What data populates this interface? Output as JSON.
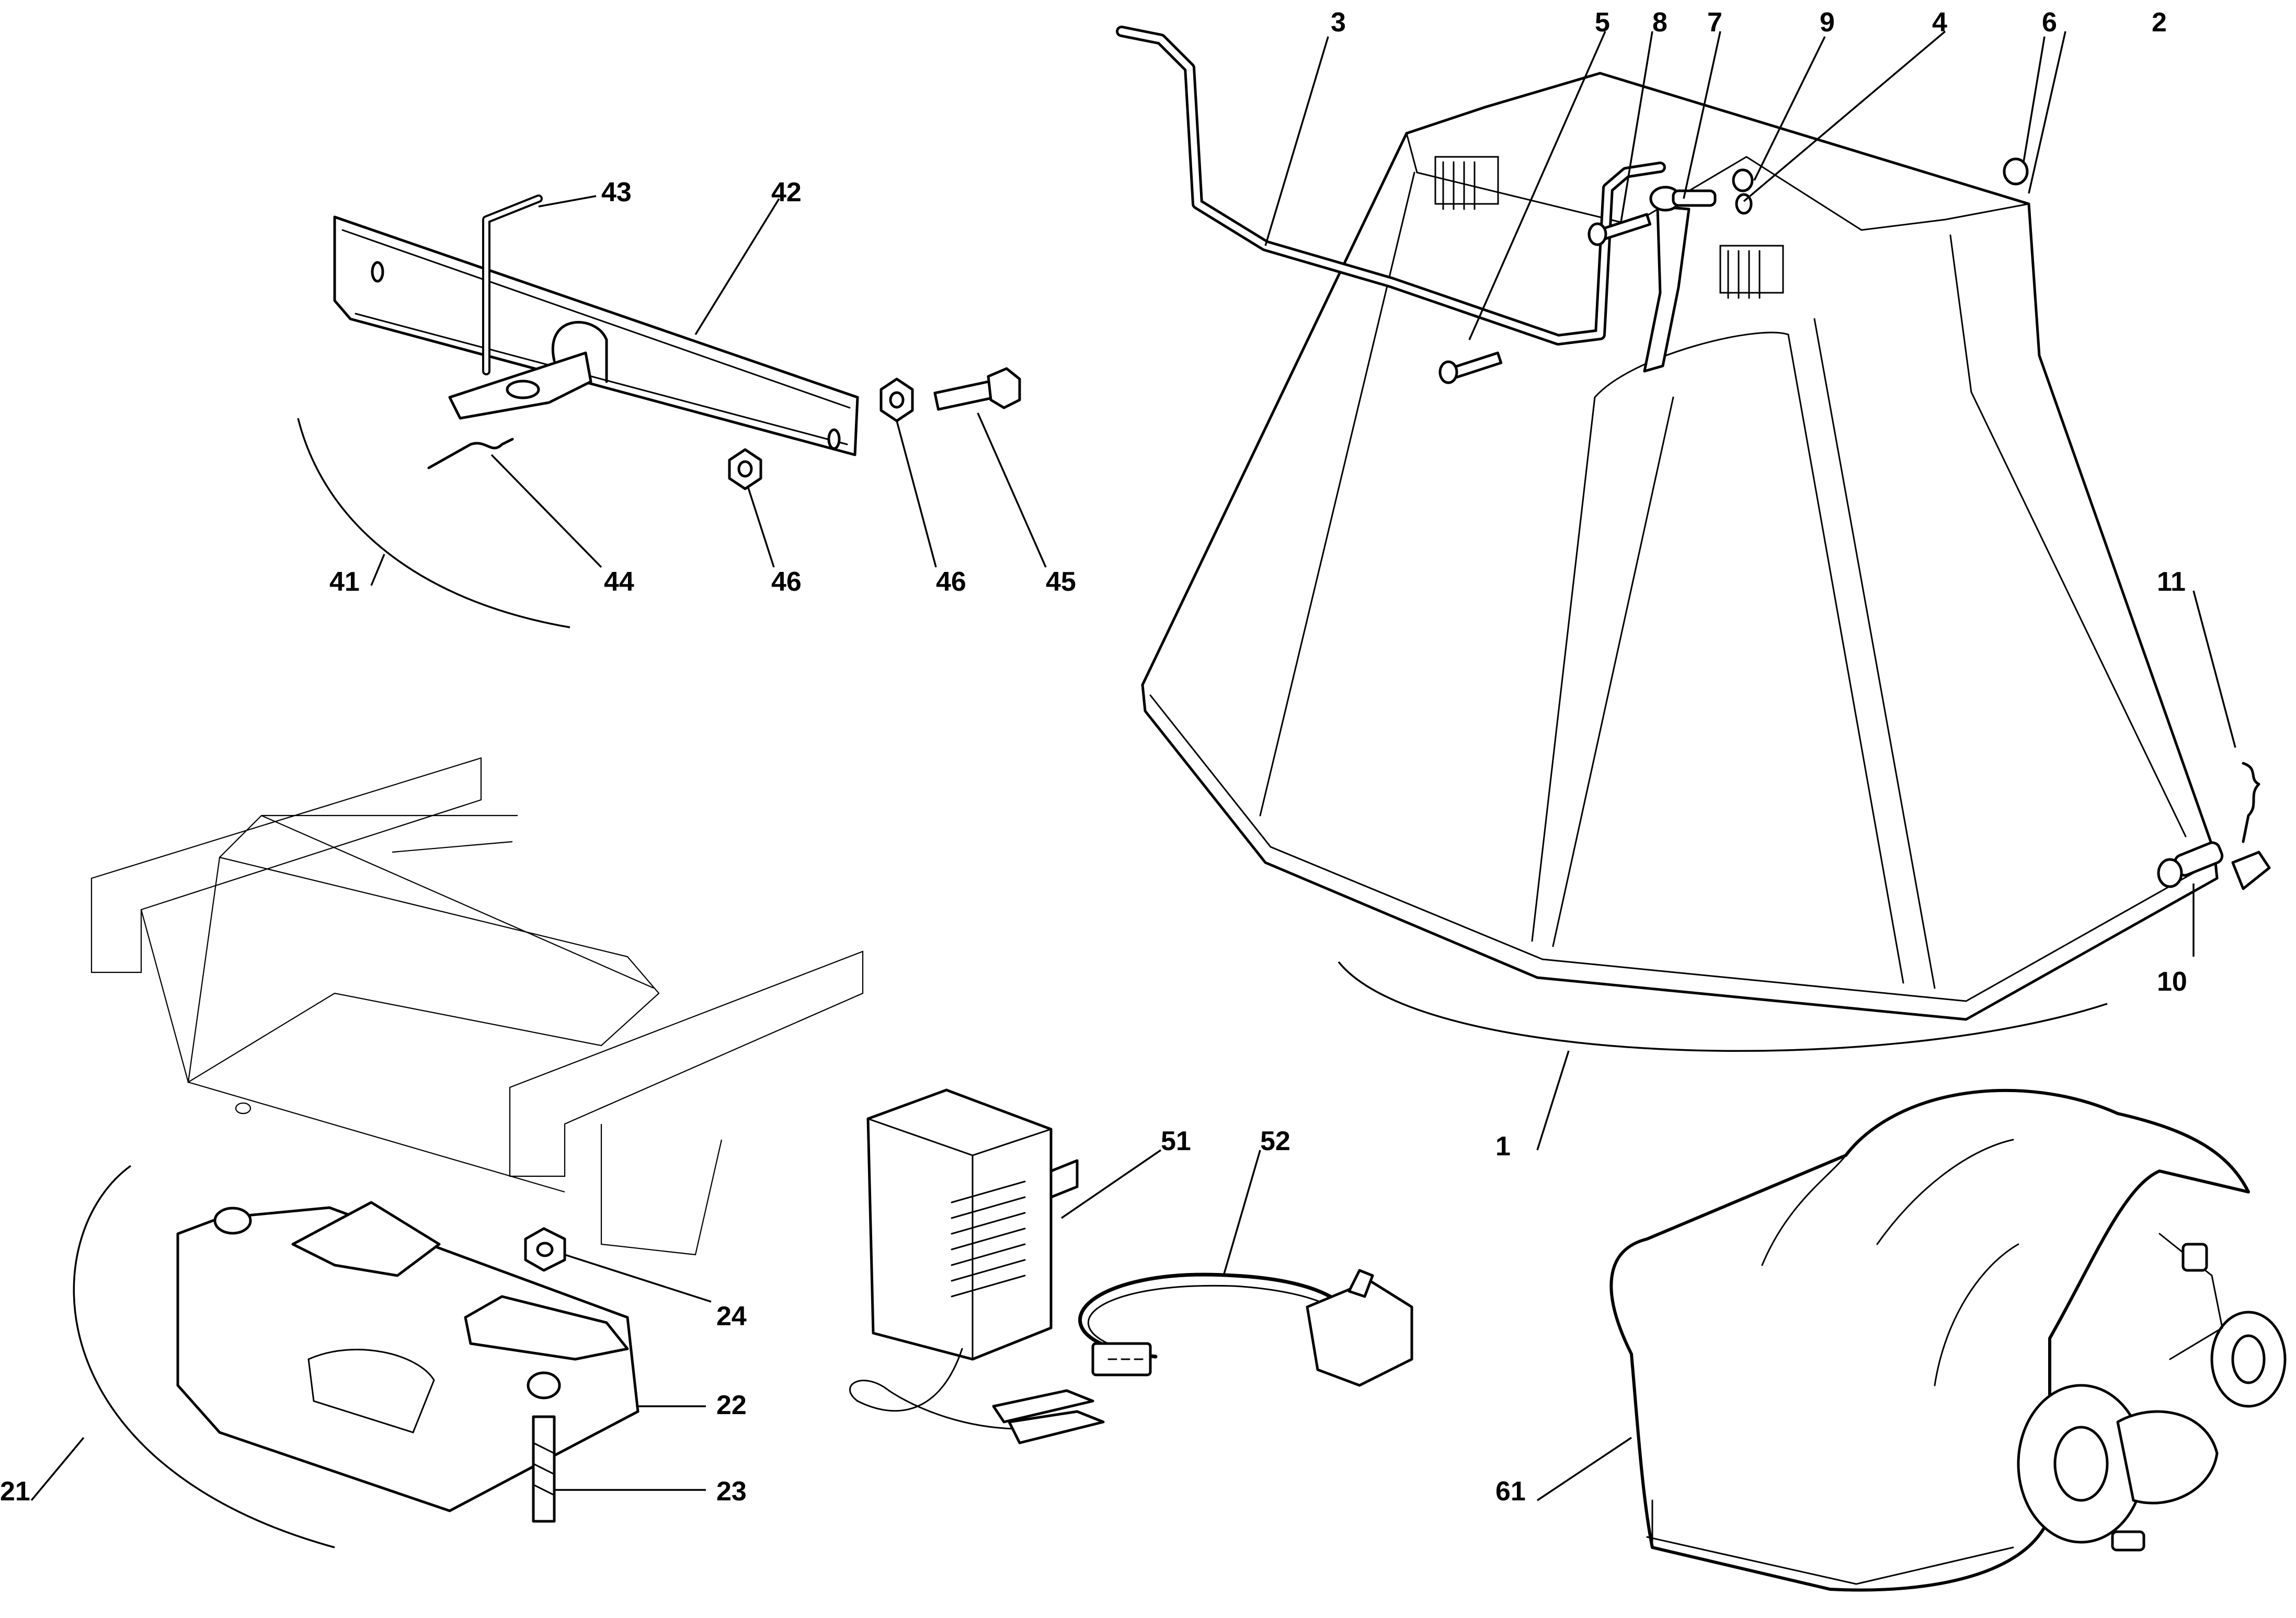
{
  "callouts": {
    "c1": "1",
    "c2": "2",
    "c3": "3",
    "c4": "4",
    "c5": "5",
    "c6": "6",
    "c7": "7",
    "c8": "8",
    "c9": "9",
    "c10": "10",
    "c11": "11",
    "c21": "21",
    "c22": "22",
    "c23": "23",
    "c24": "24",
    "c41": "41",
    "c42": "42",
    "c43": "43",
    "c44": "44",
    "c45": "45",
    "c46a": "46",
    "c46b": "46",
    "c51": "51",
    "c52": "52",
    "c61": "61"
  },
  "colors": {
    "line": "#000000",
    "background": "#ffffff"
  }
}
